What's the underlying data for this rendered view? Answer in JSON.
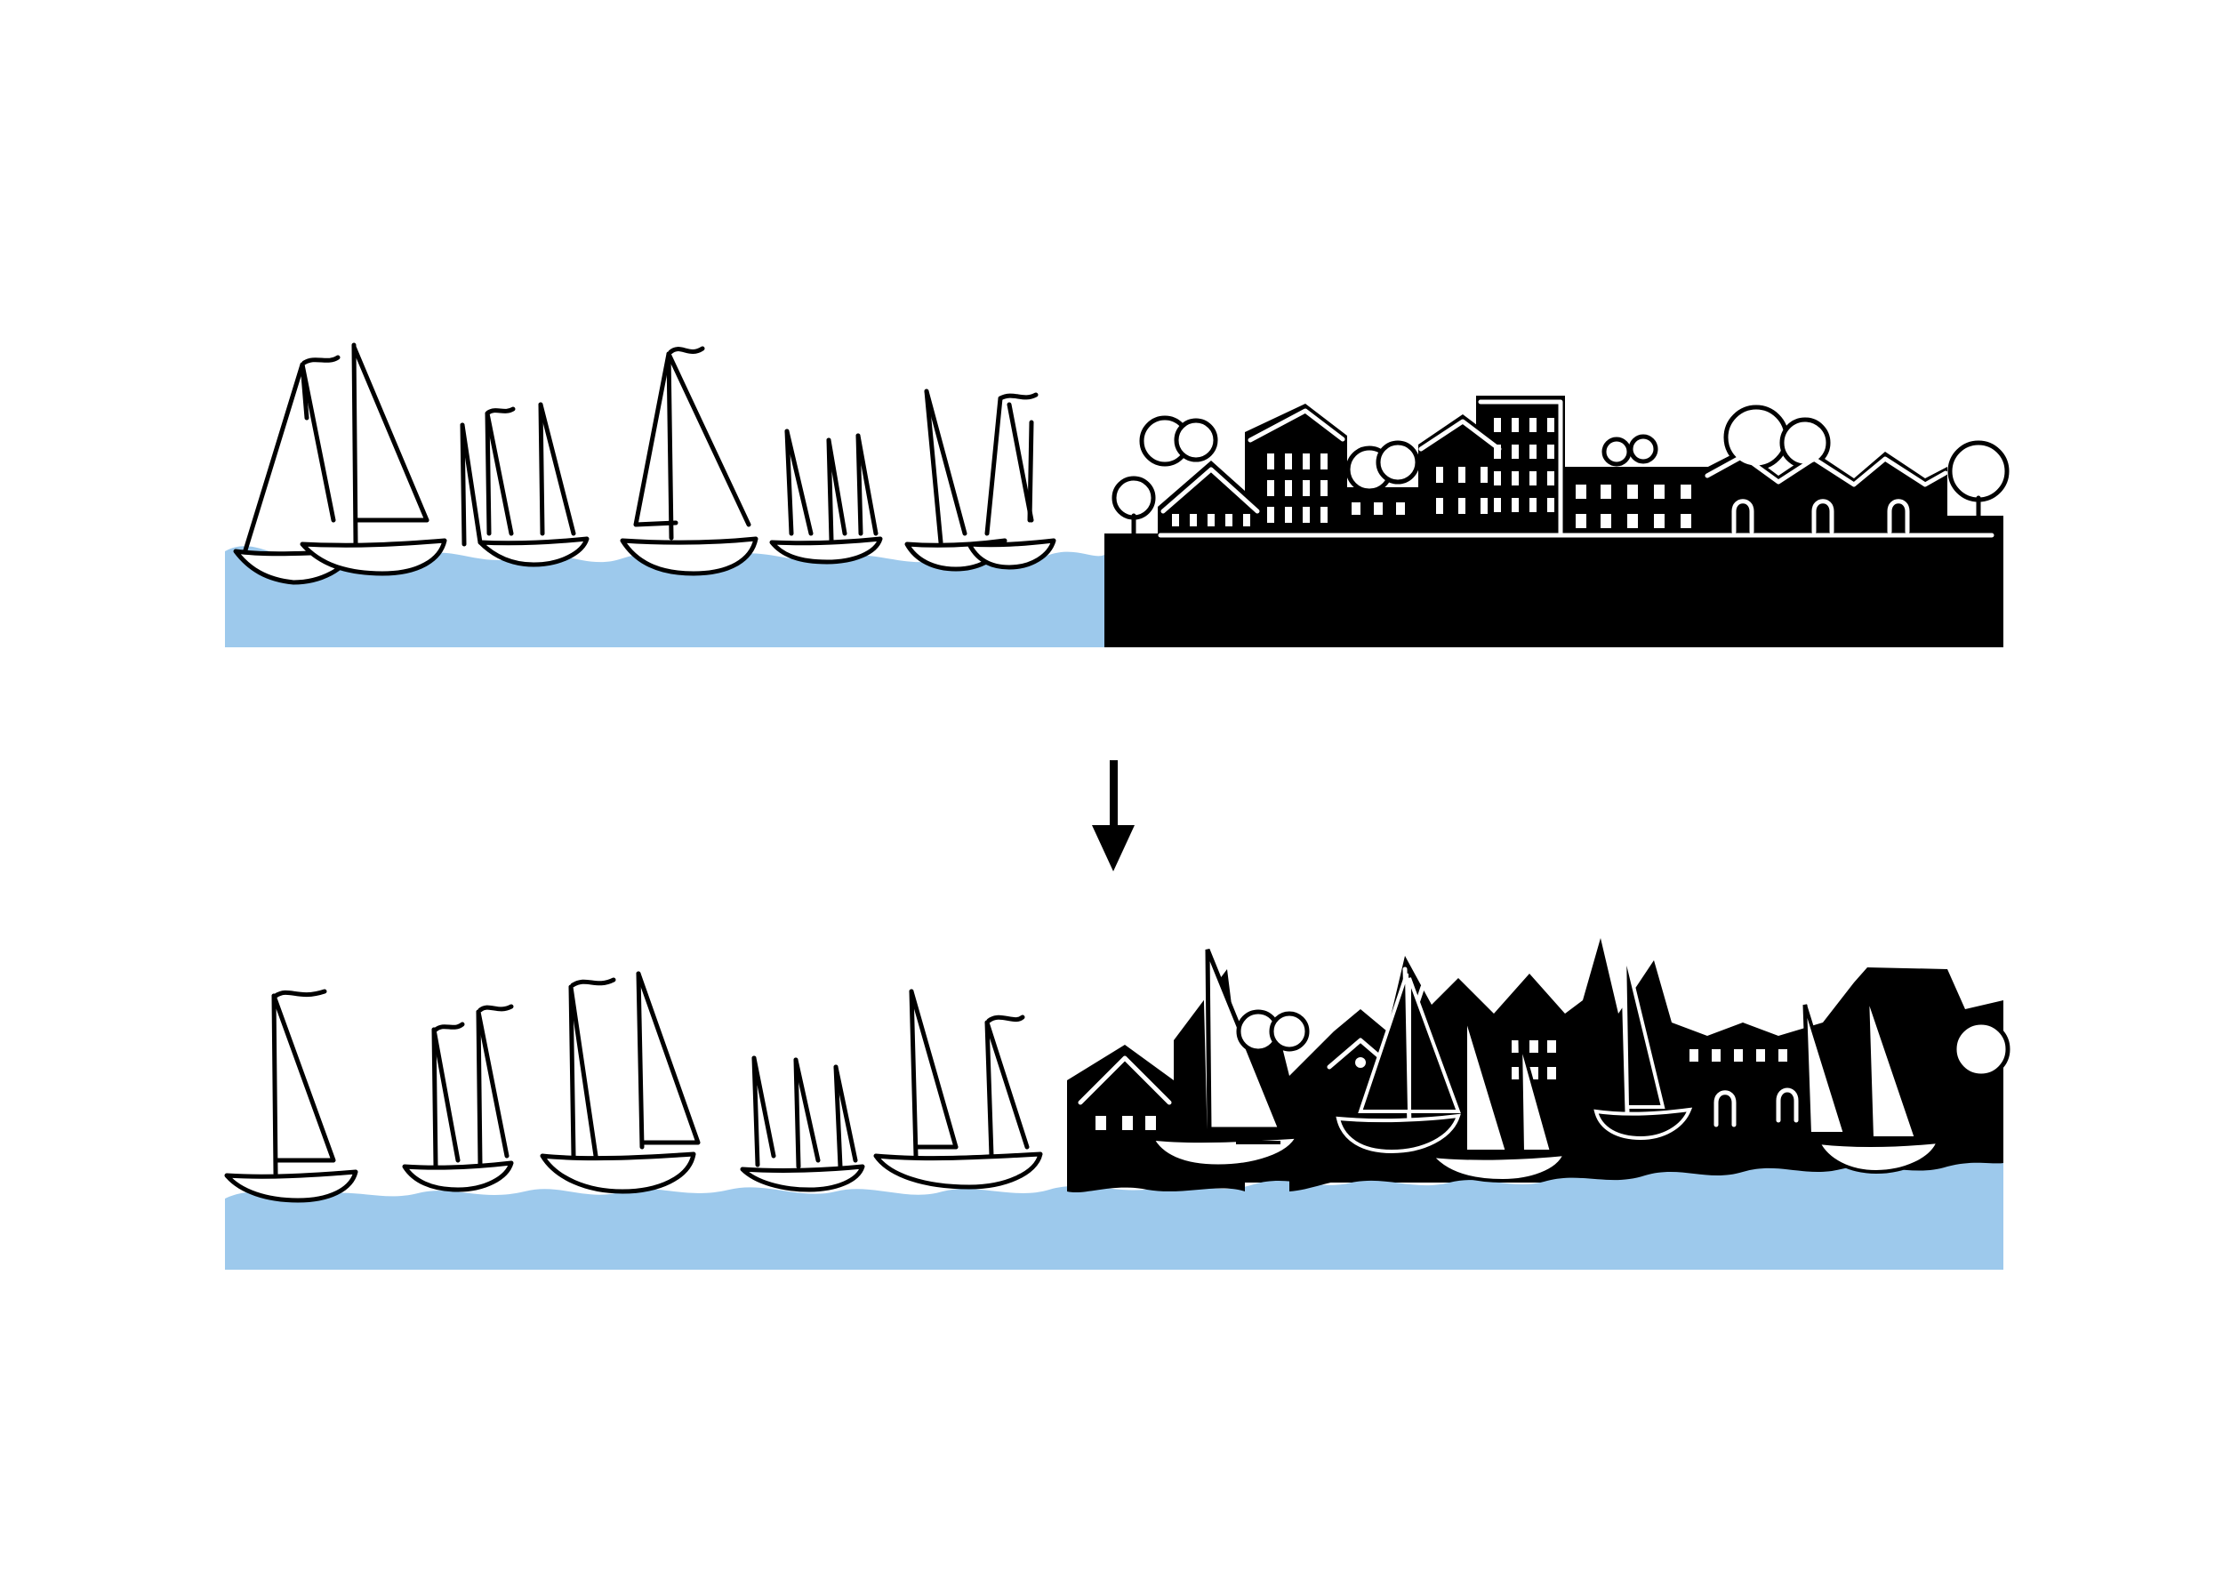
{
  "diagram": {
    "panels": [
      {
        "id": "before",
        "description_visible": false
      },
      {
        "id": "after",
        "description_visible": false
      }
    ],
    "arrow": {
      "direction": "down",
      "glyph": "arrow-down-icon"
    },
    "colors": {
      "water": "#9dc9ec",
      "ink": "#000000",
      "paper": "#ffffff"
    }
  }
}
